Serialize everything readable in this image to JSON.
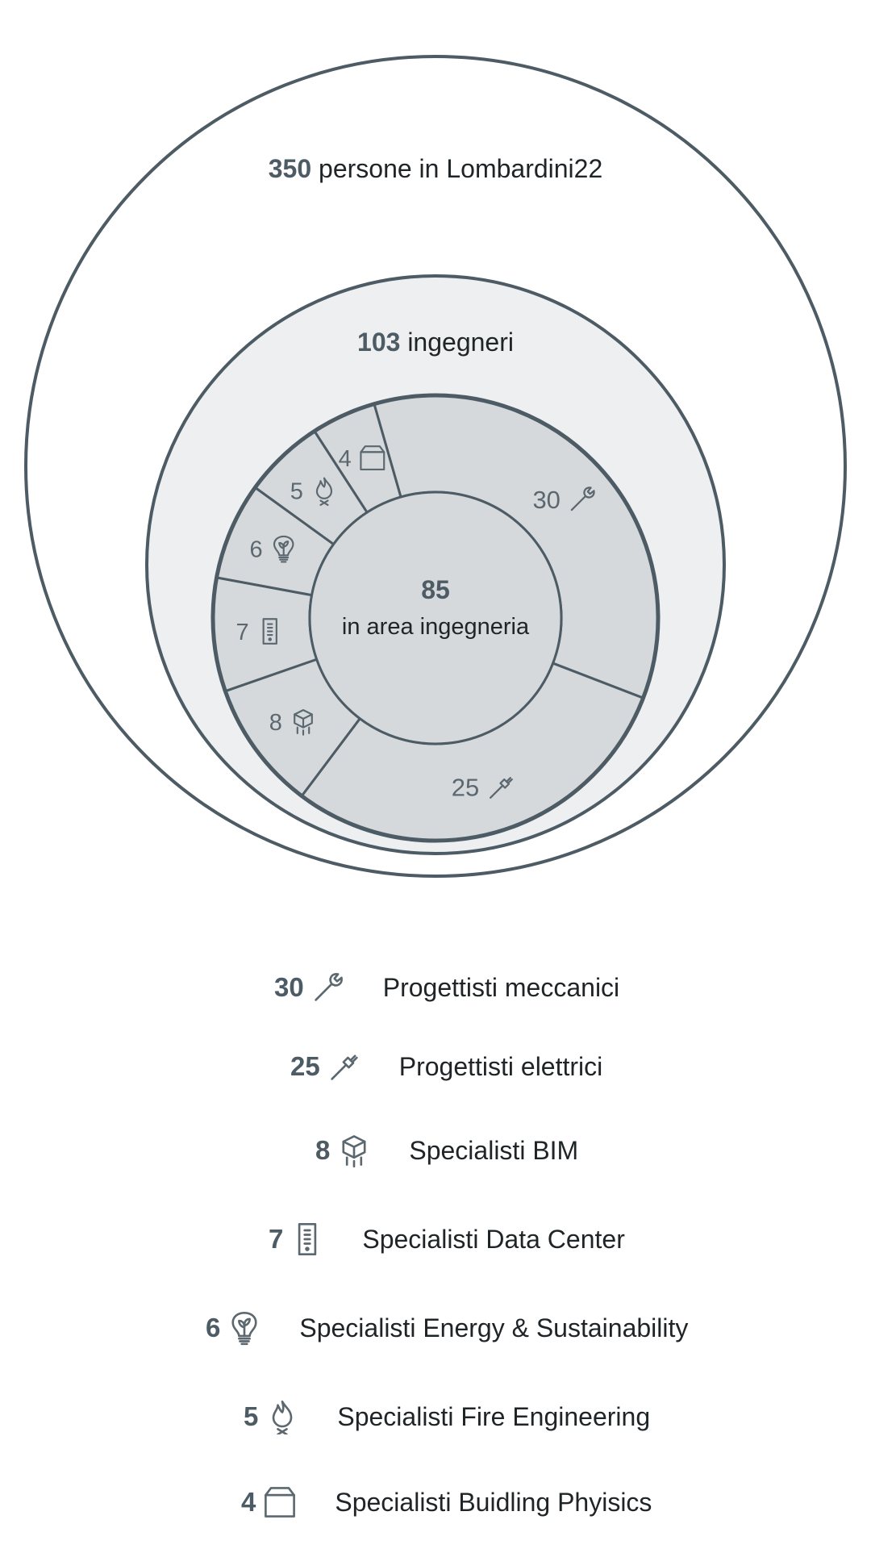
{
  "chart_data": {
    "type": "nested-circles-donut",
    "outer": {
      "value": 350,
      "label": "persone in Lombardini22"
    },
    "middle": {
      "value": 103,
      "label": "ingegneri"
    },
    "inner": {
      "value": 85,
      "label": "in area ingegneria"
    },
    "segments": [
      {
        "value": 30,
        "icon": "wrench-icon",
        "label": "Progettisti meccanici"
      },
      {
        "value": 25,
        "icon": "electric-plug-icon",
        "label": "Progettisti elettrici"
      },
      {
        "value": 8,
        "icon": "bim-cube-icon",
        "label": "Specialisti BIM"
      },
      {
        "value": 7,
        "icon": "server-rack-icon",
        "label": "Specialisti Data Center"
      },
      {
        "value": 6,
        "icon": "eco-bulb-icon",
        "label": "Specialisti Energy & Sustainability"
      },
      {
        "value": 5,
        "icon": "flame-icon",
        "label": "Specialisti Fire Engineering"
      },
      {
        "value": 4,
        "icon": "building-box-icon",
        "label": "Specialisti Buidling Phyisics"
      }
    ],
    "colors": {
      "outer_fill": "#ffffff",
      "middle_fill": "#eeeff1",
      "ring_fill": "#d6d9dc",
      "stroke": "#4d5b65",
      "number": "#4d5b65",
      "text": "#1f2427"
    }
  }
}
